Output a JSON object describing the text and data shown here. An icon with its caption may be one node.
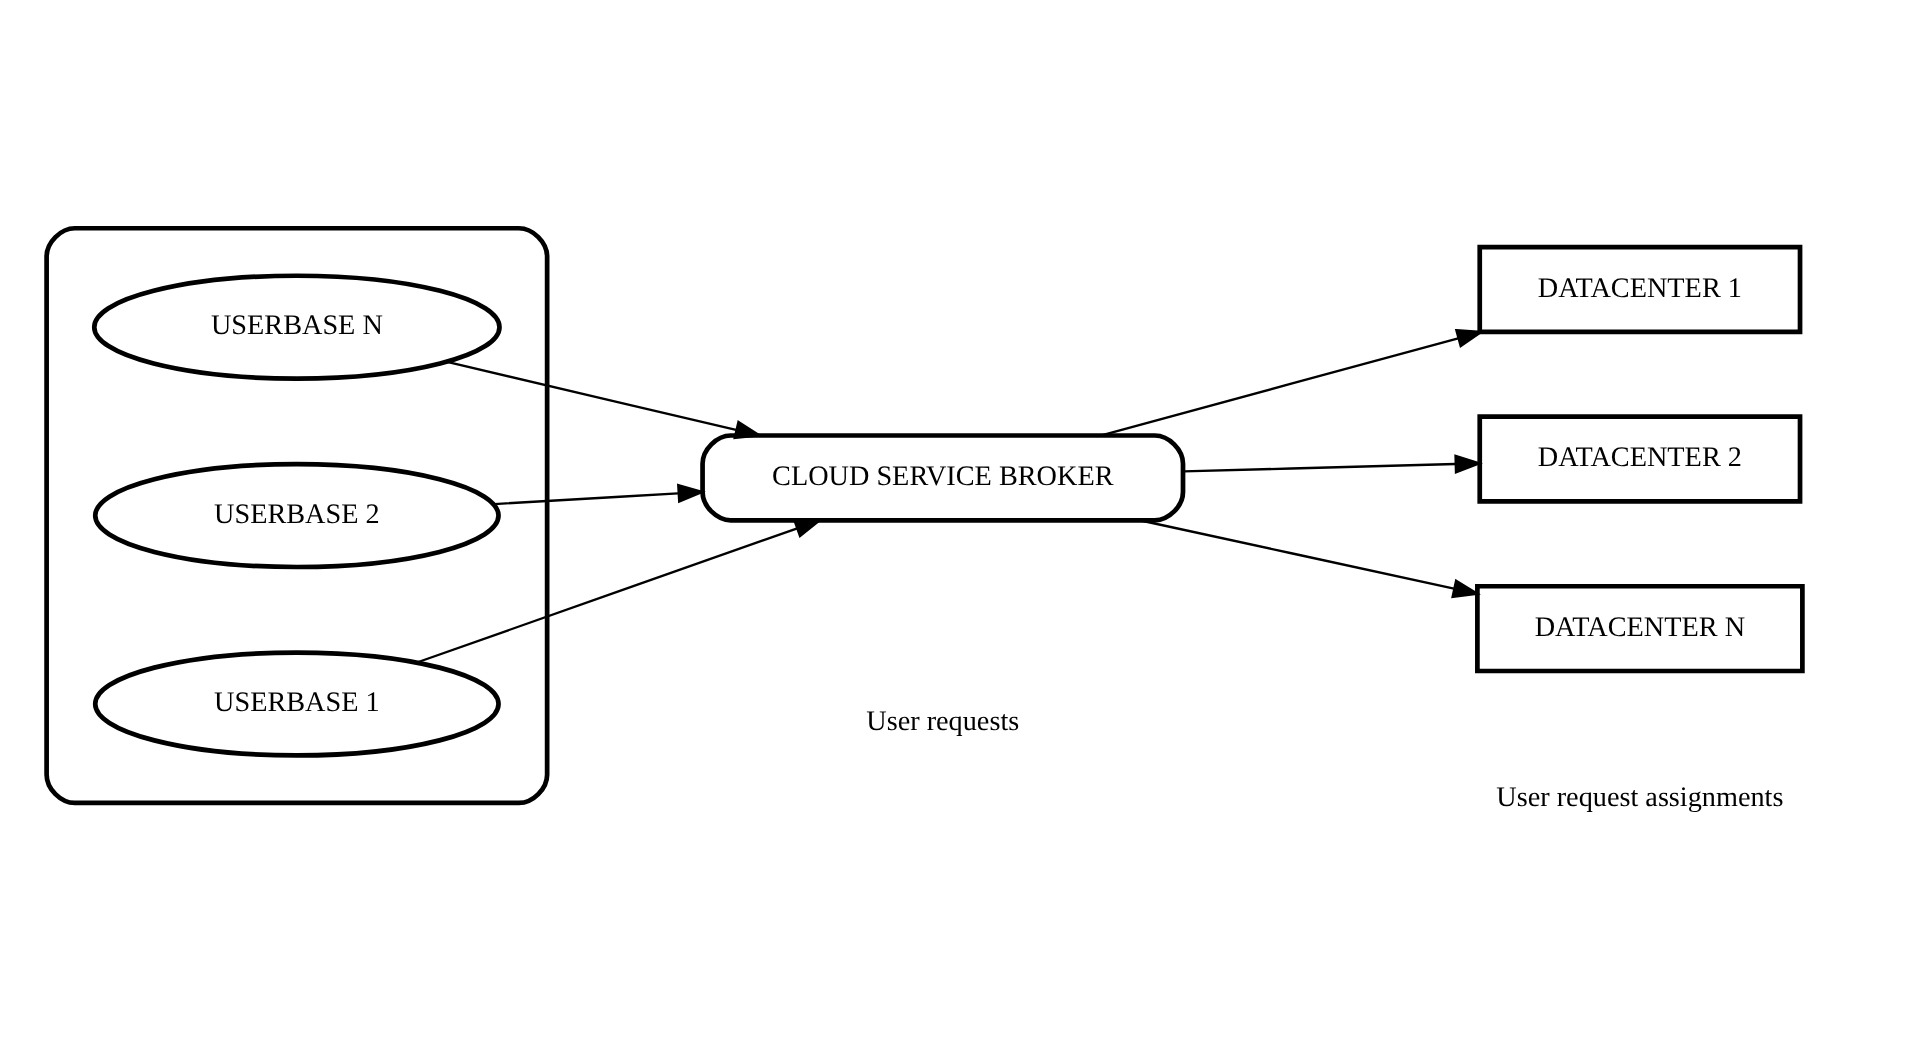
{
  "diagram": {
    "nodes": [
      {
        "text": [],
        "shape": "cloud"
      },
      {
        "text": [
          "USERBASE 1"
        ],
        "in": 0
      },
      {
        "text": [
          "USERBASE 2"
        ],
        "in": 0
      },
      {
        "text": [
          "USERBASE N"
        ],
        "in": 0
      },
      {
        "text": [
          "CLOUD SERVICE BROKER"
        ]
      },
      {
        "text": [
          "DATACENTER 1"
        ]
      },
      {
        "text": [
          "DATACENTER 2"
        ]
      },
      {
        "text": [
          "DATACENTER N"
        ]
      }
    ],
    "edges": [
      {
        "from": 1,
        "to": 4,
        "arrow": "to"
      },
      {
        "from": 2,
        "to": 4,
        "arrow": "to"
      },
      {
        "from": 3,
        "to": 4,
        "arrow": "to"
      },
      {
        "from": 4,
        "to": 5,
        "arrow": "to"
      },
      {
        "from": 4,
        "to": 6,
        "arrow": "to"
      },
      {
        "from": 4,
        "to": 7,
        "arrow": "to"
      }
    ],
    "labels": [
      "User requests",
      "User request assignments"
    ]
  }
}
